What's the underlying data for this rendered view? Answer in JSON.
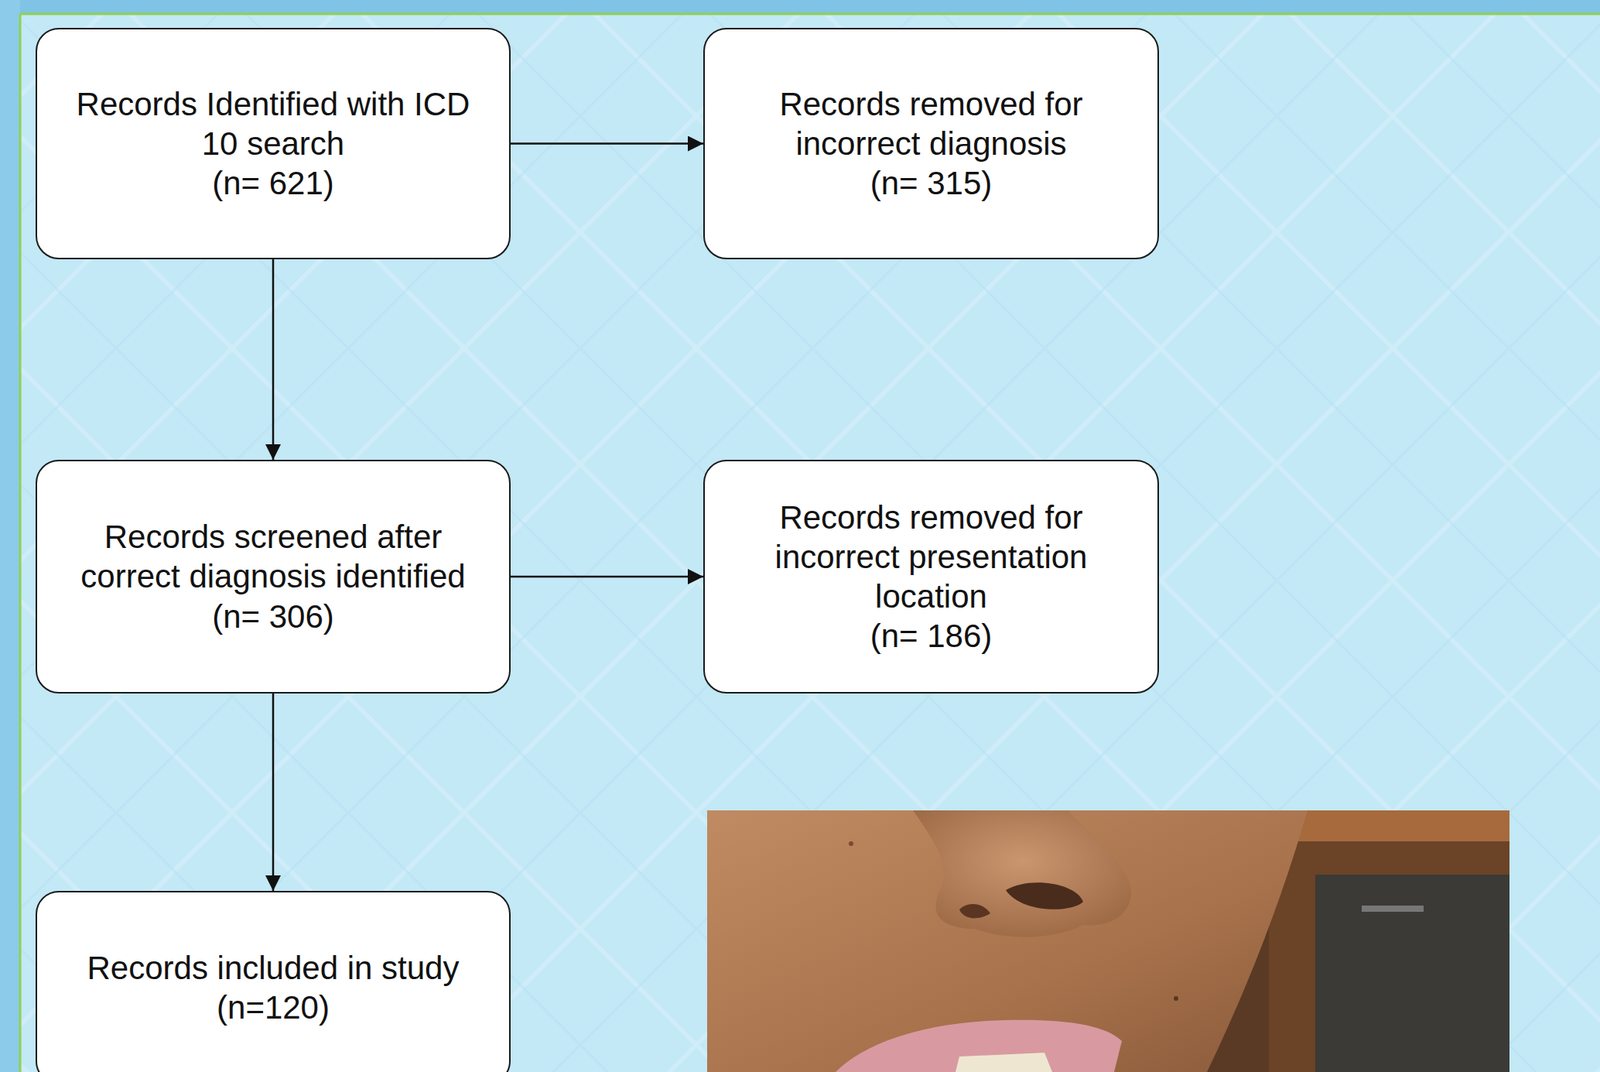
{
  "diagram": {
    "nodes": [
      {
        "text": [
          "Records Identified with ICD 10 search",
          "(n= 621)"
        ]
      },
      {
        "text": [
          "Records removed for incorrect diagnosis",
          "(n= 315)"
        ]
      },
      {
        "text": [
          "Records screened after correct diagnosis identified",
          "(n= 306)"
        ]
      },
      {
        "text": [
          "Records removed for incorrect presentation location",
          "(n= 186)"
        ]
      },
      {
        "text": [
          "Records included in study",
          "(n=120)"
        ]
      }
    ],
    "edges": [
      {
        "from": 0,
        "to": 1,
        "arrow": "to"
      },
      {
        "from": 0,
        "to": 2,
        "arrow": "to"
      },
      {
        "from": 2,
        "to": 3,
        "arrow": "to"
      },
      {
        "from": 2,
        "to": 4,
        "arrow": "to"
      }
    ]
  }
}
